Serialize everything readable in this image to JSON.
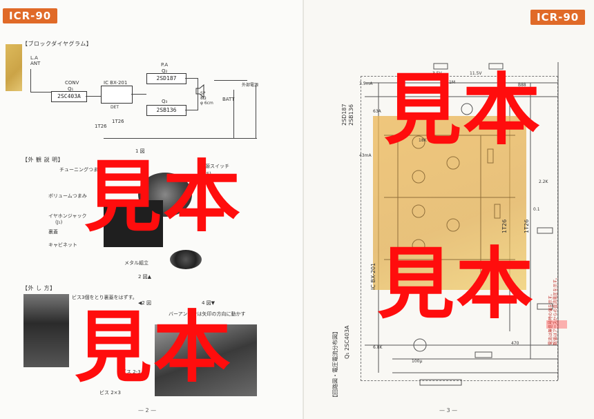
{
  "model": "ICR-90",
  "stamp_text": "見本",
  "left_page": {
    "block_diagram": {
      "section_title": "【ブロックダイヤグラム】",
      "antenna_label": "L.A\nANT",
      "conv_label": "CONV",
      "q1_label": "Q₁",
      "q1_part": "2SC403A",
      "ic_label": "IC BX-201",
      "pa_label": "P.A",
      "q2_label": "Q₂",
      "q3_label": "Q₃",
      "pa_top_part": "2SD187",
      "pa_bottom_part": "2SB136",
      "speaker_label": "SP\n8Ω\nφ 6cm",
      "batt_label": "BATT",
      "power_label": "外部電源",
      "det_label": "DET",
      "diode_labels": [
        "1T26",
        "1T26"
      ],
      "figure_caption": "1 図"
    },
    "exterior": {
      "section_title": "【外 観 説 明】",
      "tuning_knob": "チューニングつまみ",
      "power_switch": "電源スイッチ",
      "switch_note": "(S)",
      "volume_knob": "ボリュームつまみ",
      "earphone_jack": "イヤホンジャック",
      "earphone_note": "(J₁)",
      "back_cover": "裏蓋",
      "cabinet": "キャビネット",
      "metal_clip": "メタル組立",
      "figure_caption": "2 図▲"
    },
    "disassembly": {
      "section_title": "【外 し 方】",
      "step_note": "ビス3個をとり裏蓋をはずす。",
      "fig2_ref": "◀2 図",
      "fig4_ref": "4 図▼",
      "antenna_note": "バーアンテナは矢印の方向に動かす",
      "screw_label": "ビス 2-3",
      "screw_label_2": "ビス 2×3"
    },
    "page_number": "— 2 —"
  },
  "right_page": {
    "part_labels": [
      "2SD187",
      "2SB136"
    ],
    "ic_label": "IC BX-201",
    "transistor_label": "Q₁ 2SC403A",
    "diode_labels": [
      "1T26",
      "1T26"
    ],
    "voltage_notes": [
      "3.5mA",
      "43mA",
      "63A",
      "3.5V",
      "11.5V"
    ],
    "schematic_title": "【回路図・電圧電流分布図】",
    "component_labels": [
      "1M",
      "18K",
      "6.8K",
      "470",
      "0.1",
      "2.2K",
      "100μ",
      "B88"
    ],
    "red_note": "電流は無信号時の値を示す。\n数値はアースからの直流電圧を示す。",
    "page_number": "— 3 —"
  },
  "colors": {
    "badge": "#e06a28",
    "stamp": "#ff0d0d",
    "overlay": "#e8b04f"
  }
}
